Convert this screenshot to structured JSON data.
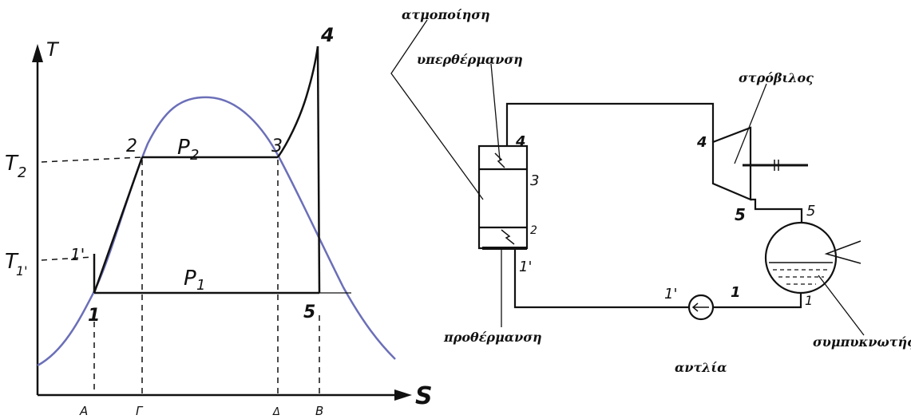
{
  "ts_diagram": {
    "axis_y": "T",
    "axis_x": "S",
    "t2": "T",
    "t2_sub": "2",
    "t1": "T",
    "t1_sub": "1'",
    "p2": "P",
    "p2_sub": "2",
    "p1": "P",
    "p1_sub": "1",
    "points": [
      "1",
      "1'",
      "2",
      "3",
      "4",
      "5"
    ],
    "ticks": [
      "A",
      "Γ",
      "Δ",
      "B"
    ]
  },
  "schematic": {
    "labels": {
      "evaporation": "ατμοποίηση",
      "superheating": "υπερθέρμανση",
      "turbine": "στρόβιλος",
      "preheating": "προθέρμανση",
      "condenser": "συμπυκνωτής",
      "pump": "αντλία"
    },
    "boiler_numbers": [
      "4",
      "3",
      "2",
      "1'"
    ],
    "turbine_numbers": [
      "4",
      "5"
    ],
    "condenser_numbers": [
      "5",
      "1"
    ],
    "pump_numbers": [
      "1'",
      "1"
    ]
  },
  "colors": {
    "saturation_curve": "#6b6fb8",
    "ink": "#111111"
  }
}
